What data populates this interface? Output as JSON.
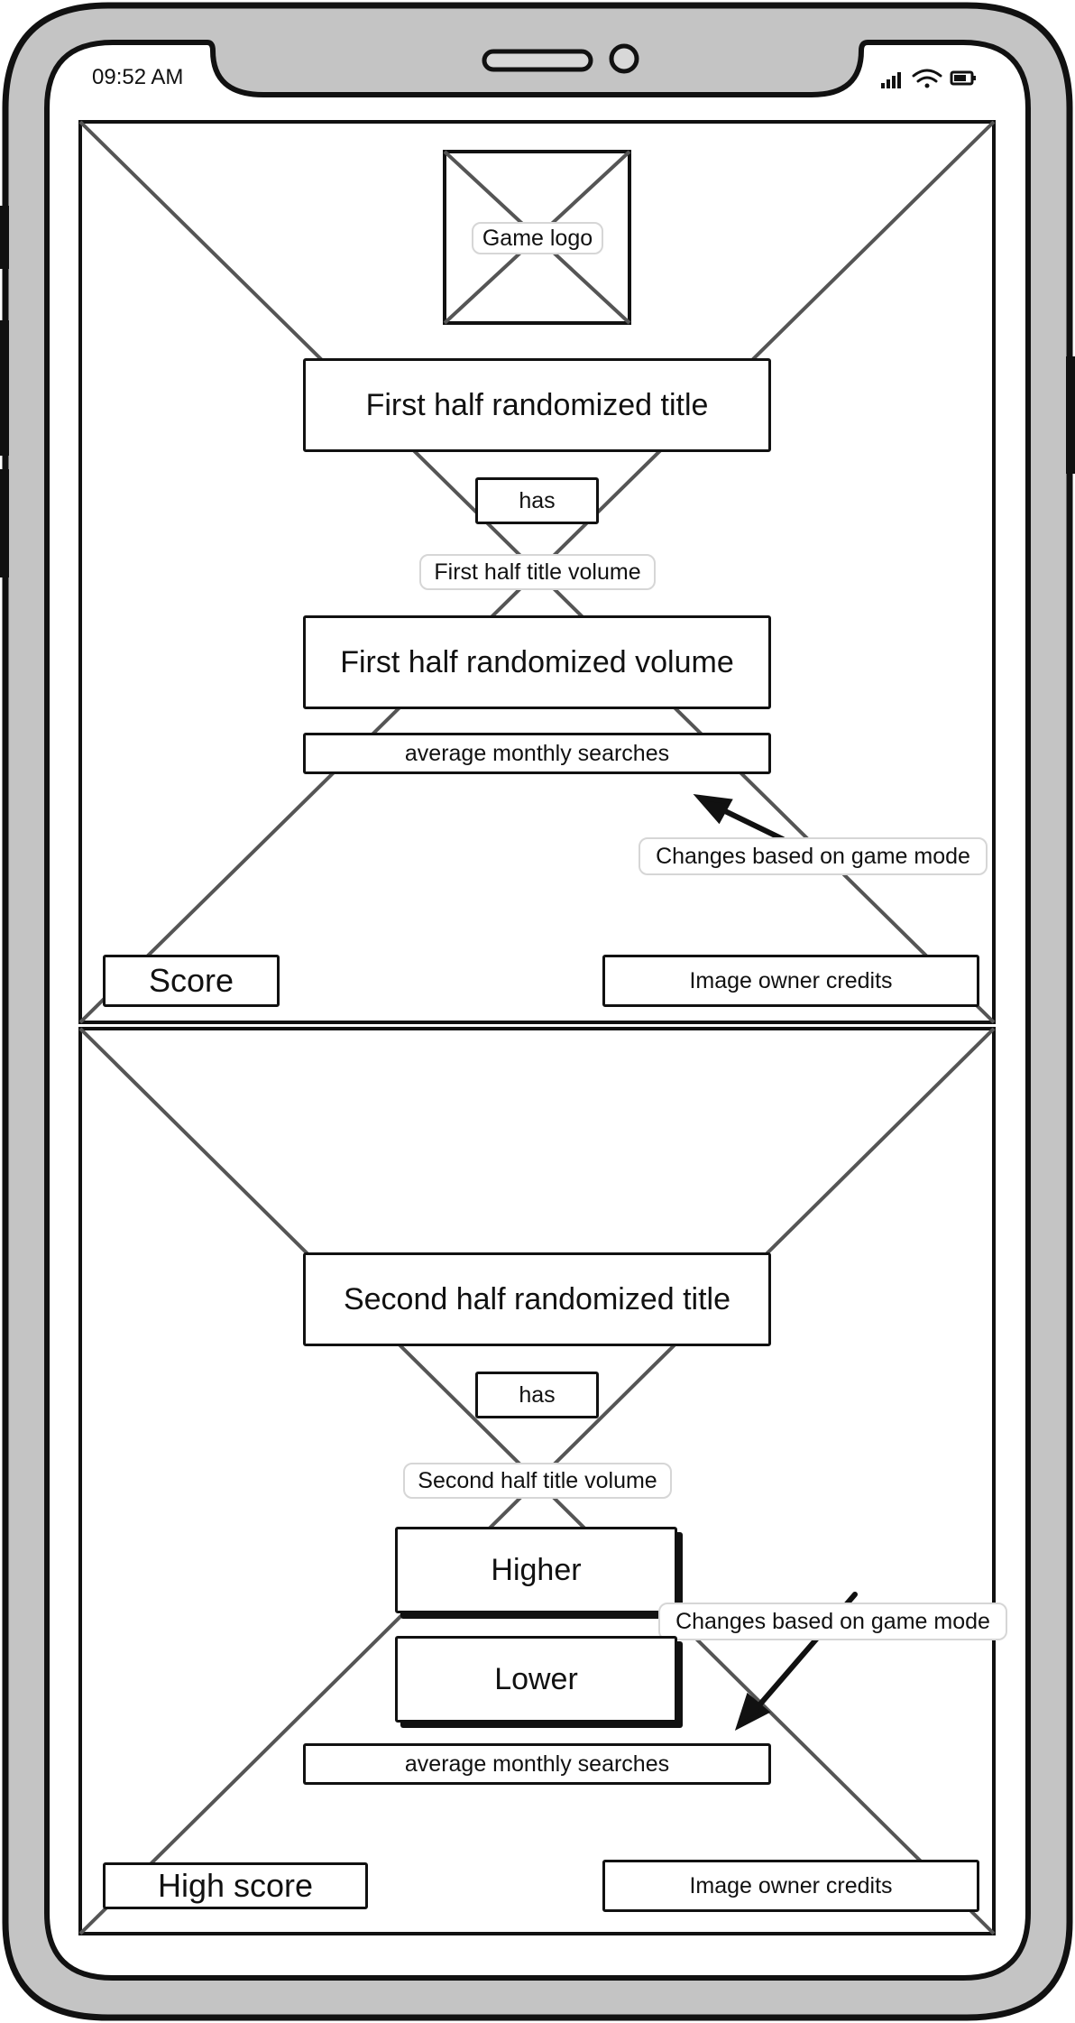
{
  "status_bar": {
    "time": "09:52 AM",
    "icons": [
      "signal-icon",
      "wifi-icon",
      "battery-icon"
    ]
  },
  "top_half": {
    "logo_label": "Game logo",
    "title": "First half randomized title",
    "has_label": "has",
    "volume_note": "First half title volume",
    "volume": "First half randomized volume",
    "metric": "average monthly searches",
    "mode_note": "Changes based on game mode",
    "score": "Score",
    "credits": "Image owner credits"
  },
  "bottom_half": {
    "title": "Second half randomized title",
    "has_label": "has",
    "volume_note": "Second half title volume",
    "higher_button": "Higher",
    "lower_button": "Lower",
    "mode_note": "Changes based on game mode",
    "metric": "average monthly searches",
    "high_score": "High score",
    "credits": "Image owner credits"
  }
}
